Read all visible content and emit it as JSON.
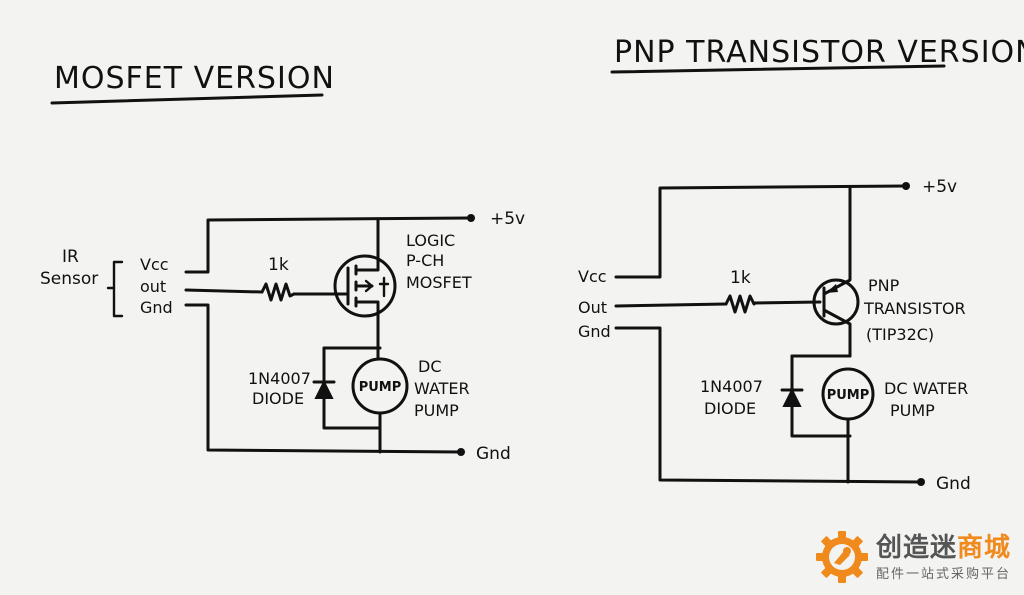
{
  "mosfet_version": {
    "title": "MOSFET VERSION",
    "sensor_label_line1": "IR",
    "sensor_label_line2": "Sensor",
    "pin_vcc": "Vcc",
    "pin_out": "out",
    "pin_gnd": "Gnd",
    "resistor": "1k",
    "supply": "+5v",
    "ground": "Gnd",
    "mosfet_line1": "LOGIC",
    "mosfet_line2": "P-CH",
    "mosfet_line3": "MOSFET",
    "diode_line1": "1N4007",
    "diode_line2": "DIODE",
    "pump_symbol": "PUMP",
    "pump_line1": "DC",
    "pump_line2": "WATER",
    "pump_line3": "PUMP"
  },
  "pnp_version": {
    "title": "PNP TRANSISTOR VERSION",
    "pin_vcc": "Vcc",
    "pin_out": "Out",
    "pin_gnd": "Gnd",
    "resistor": "1k",
    "supply": "+5v",
    "ground": "Gnd",
    "transistor_line1": "PNP",
    "transistor_line2": "TRANSISTOR",
    "transistor_line3": "(TIP32C)",
    "diode_line1": "1N4007",
    "diode_line2": "DIODE",
    "pump_symbol": "PUMP",
    "pump_line1": "DC WATER",
    "pump_line2": "PUMP"
  },
  "watermark": {
    "name_part1": "创造迷",
    "name_part2": "商城",
    "tagline": "配件一站式采购平台"
  },
  "colors": {
    "ink": "#111111",
    "paper": "#f3f3f1",
    "brand_orange": "#f08a1c"
  }
}
